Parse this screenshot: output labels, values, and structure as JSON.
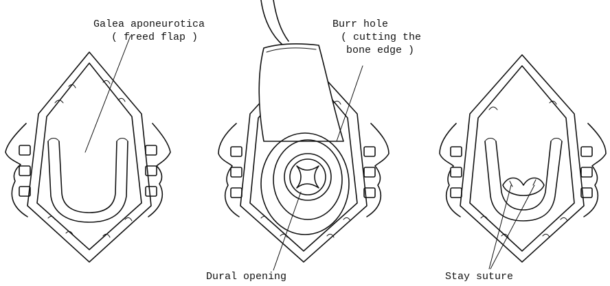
{
  "labels": {
    "galea_line1": "Galea aponeurotica",
    "galea_line2": "( freed flap )",
    "burr_line1": "Burr hole",
    "burr_line2": "( cutting the",
    "burr_line3": "bone edge )",
    "dural": "Dural opening",
    "stay": "Stay suture"
  }
}
